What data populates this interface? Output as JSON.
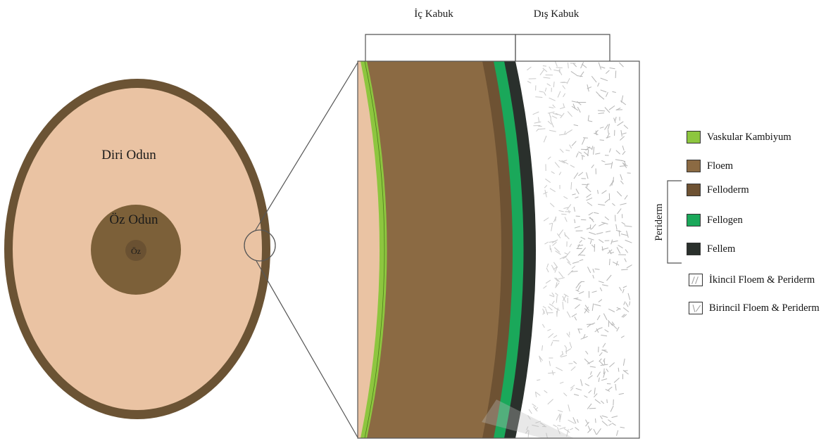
{
  "labels": {
    "inner_bark": "İç Kabuk",
    "outer_bark": "Dış Kabuk",
    "sapwood": "Diri Odun",
    "heartwood": "Öz Odun",
    "pith": "Öz",
    "periderm_bracket": "Periderm"
  },
  "legend": [
    {
      "label": "Vaskular Kambiyum",
      "color": "#8dc63f",
      "kind": "solid"
    },
    {
      "label": "Floem",
      "color": "#8b6a43",
      "kind": "solid"
    },
    {
      "label": "Felloderm",
      "color": "#6e5233",
      "kind": "solid"
    },
    {
      "label": "Fellogen",
      "color": "#1aa85a",
      "kind": "solid"
    },
    {
      "label": "Fellem",
      "color": "#2a302c",
      "kind": "solid"
    },
    {
      "label": "İkincil Floem & Periderm",
      "kind": "pattern"
    },
    {
      "label": "Birincil Floem & Periderm",
      "kind": "pattern"
    }
  ],
  "colors": {
    "sapwood": "#eac3a3",
    "bark_ring": "#6b5334",
    "heartwood": "#7c6039",
    "pith": "#6a5132",
    "phloem": "#8b6a43",
    "cambium": "#8dc63f",
    "felloderm": "#6e5233",
    "fellogen": "#1aa85a",
    "fellem": "#2a302c",
    "outline": "#555555"
  },
  "icons": {
    "secondary_pattern": "dash-hatch-icon",
    "primary_pattern": "dot-hatch-icon"
  }
}
